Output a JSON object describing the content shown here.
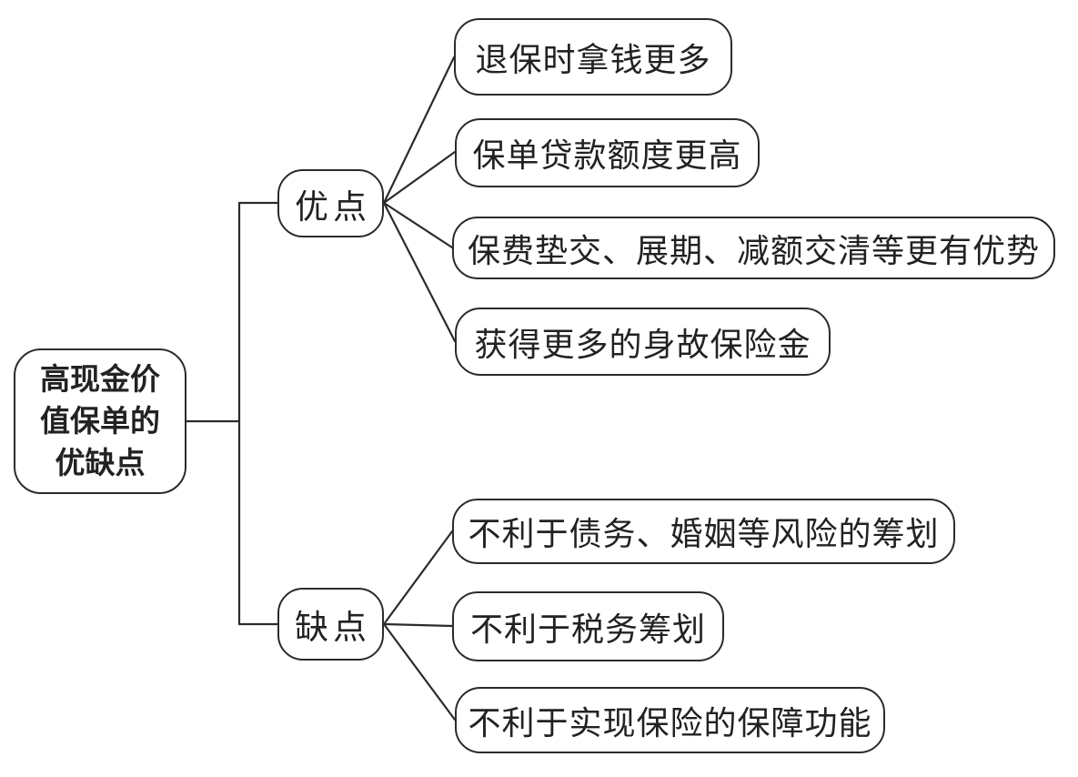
{
  "diagram": {
    "root": {
      "label": "高现金价值保单的优缺点",
      "lines": [
        "高现金价",
        "值保单的",
        "优缺点"
      ]
    },
    "branches": [
      {
        "label": "优点",
        "children": [
          "退保时拿钱更多",
          "保单贷款额度更高",
          "保费垫交、展期、减额交清等更有优势",
          "获得更多的身故保险金"
        ]
      },
      {
        "label": "缺点",
        "children": [
          "不利于债务、婚姻等风险的筹划",
          "不利于税务筹划",
          "不利于实现保险的保障功能"
        ]
      }
    ],
    "colors": {
      "stroke": "#2b2b2b",
      "node_fill": "#ffffff",
      "background": "#ffffff",
      "text": "#222222"
    }
  }
}
